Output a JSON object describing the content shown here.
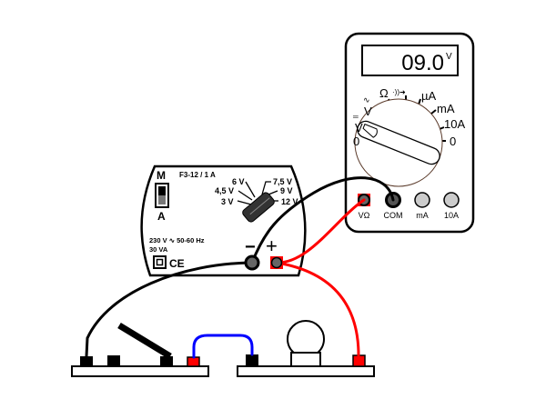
{
  "power_supply": {
    "switch_top_label": "M",
    "switch_bottom_label": "A",
    "model": "F3-12 / 1 A",
    "voltages": [
      "3 V",
      "4,5 V",
      "6 V",
      "7,5 V",
      "9 V",
      "12 V"
    ],
    "input_voltage": "230 V",
    "input_frequency": "50-60 Hz",
    "power": "30 VA",
    "ce_mark": "CE",
    "minus_label": "−",
    "plus_label": "+"
  },
  "multimeter": {
    "display_value": "09.0",
    "display_unit": "V",
    "dial_labels": {
      "ac_v": "V",
      "dc_v": "V",
      "ohm": "Ω",
      "diode": "·))➜",
      "ua": "µA",
      "ma": "mA",
      "a10": "10A",
      "zero_left": "0",
      "zero_right": "0"
    },
    "jacks": [
      "VΩ",
      "COM",
      "mA",
      "10A"
    ]
  },
  "colors": {
    "red": "#ff0000",
    "blue": "#0000ff",
    "black": "#000000"
  }
}
